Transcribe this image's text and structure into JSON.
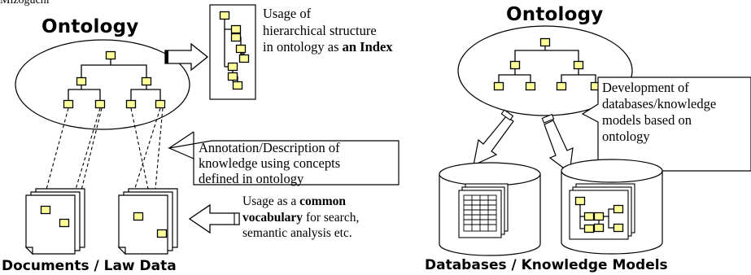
{
  "author": "Mizoguchi",
  "left": {
    "title": "Ontology",
    "index_text": {
      "pre": "Usage of\nhierarchical structure\nin ontology as ",
      "bold": "an Index"
    },
    "annotation_text": "Annotation/Description of\nknowledge using concepts\ndefined in ontology",
    "vocab_text": {
      "pre": "Usage as a ",
      "bold1": "common",
      "bold2": "vocabulary",
      "post1": " for search,",
      "post2": "semantic analysis etc."
    },
    "bottom_label": "Documents / Law Data"
  },
  "right": {
    "title": "Ontology",
    "development_text": "Development of\ndatabases/knowledge\nmodels based on\n ontology",
    "bottom_label": "Databases / Knowledge Models"
  },
  "colors": {
    "node_fill": "#ffff99",
    "stroke": "#000000",
    "background": "#ffffff"
  }
}
